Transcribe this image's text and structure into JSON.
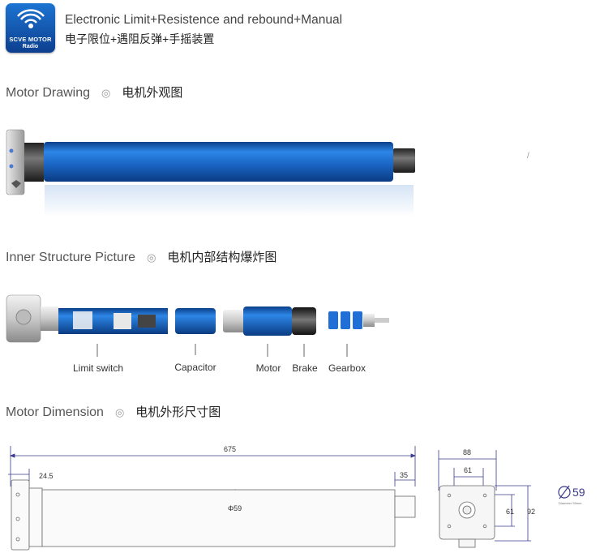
{
  "header": {
    "logo_line1": "SCVE MOTOR",
    "logo_line2": "Radio",
    "title_en": "Electronic Limit+Resistence and rebound+Manual",
    "title_zh": "电子限位+遇阻反弹+手摇装置"
  },
  "sections": {
    "drawing": {
      "en": "Motor Drawing",
      "zh": "电机外观图"
    },
    "inner": {
      "en": "Inner Structure Picture",
      "zh": "电机内部结构爆炸图"
    },
    "dimension": {
      "en": "Motor Dimension",
      "zh": "电机外形尺寸图"
    }
  },
  "parts": [
    "Limit switch",
    "Capacitor",
    "Motor",
    "Brake",
    "Gearbox"
  ],
  "dimensions": {
    "total_length": "675",
    "head_offset": "24.5",
    "end_length": "35",
    "tube_diameter": "Φ59",
    "width": "88",
    "hole_spacing_w": "61",
    "hole_spacing_h": "61",
    "height": "92",
    "diameter_value": "59",
    "diameter_caption": "Diameter 59mm"
  },
  "colors": {
    "tube_blue": "#1f6fd6",
    "dim_line": "#3a3a8c"
  }
}
